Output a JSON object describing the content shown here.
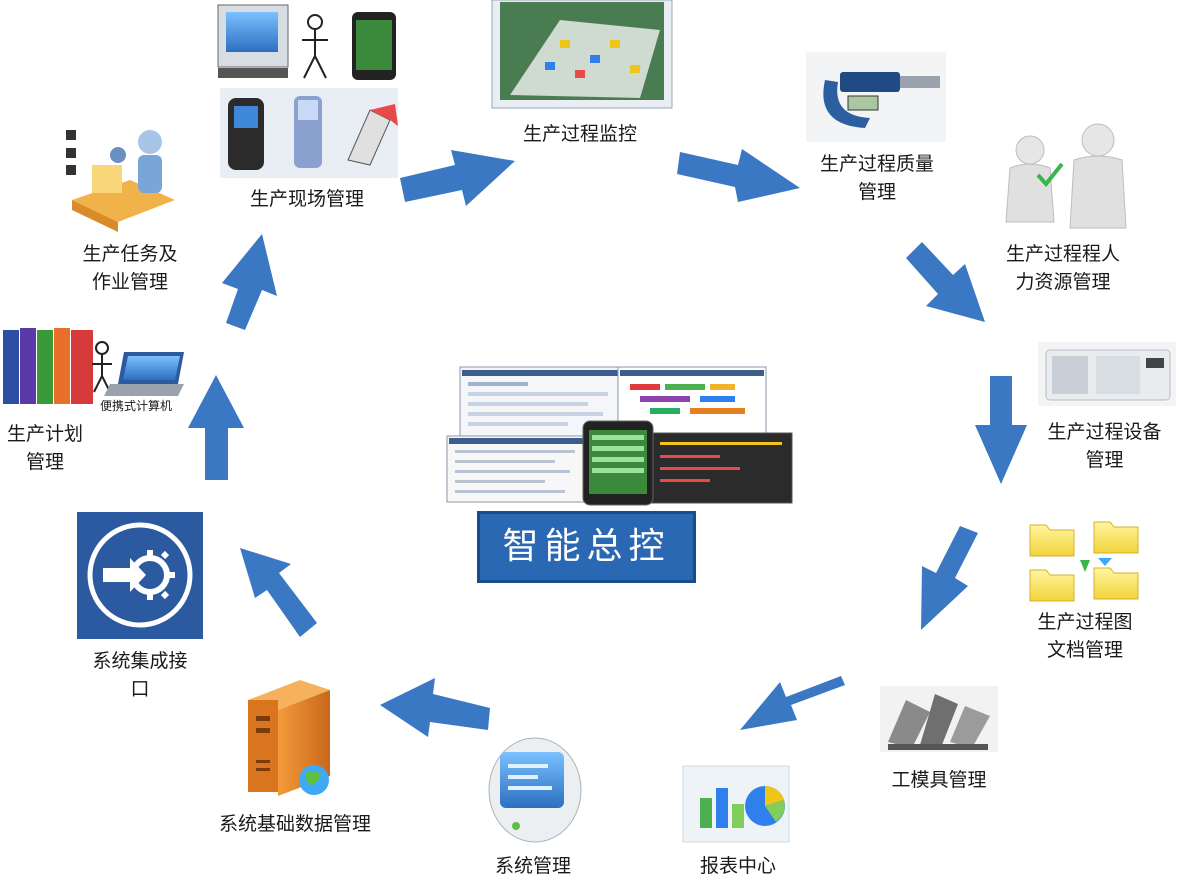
{
  "center": {
    "title": "智能总控"
  },
  "nodes": {
    "production_site": "生产现场管理",
    "process_monitor": "生产过程监控",
    "process_quality": "生产过程质量\n管理",
    "human_resource": "生产过程程人\n力资源管理",
    "equipment": "生产过程设备\n管理",
    "documents": "生产过程图\n文档管理",
    "tooling": "工模具管理",
    "report_center": "报表中心",
    "system_mgmt": "系统管理",
    "base_data": "系统基础数据管理",
    "integration": "系统集成接\n口",
    "production_plan": "生产计划\n管理",
    "task_mgmt": "生产任务及\n作业管理"
  },
  "small_text": {
    "portable_computer": "便携式计算机"
  },
  "colors": {
    "arrow": "#3a78c3",
    "center_box": "#2a68b4",
    "text": "#1a1a1a"
  }
}
